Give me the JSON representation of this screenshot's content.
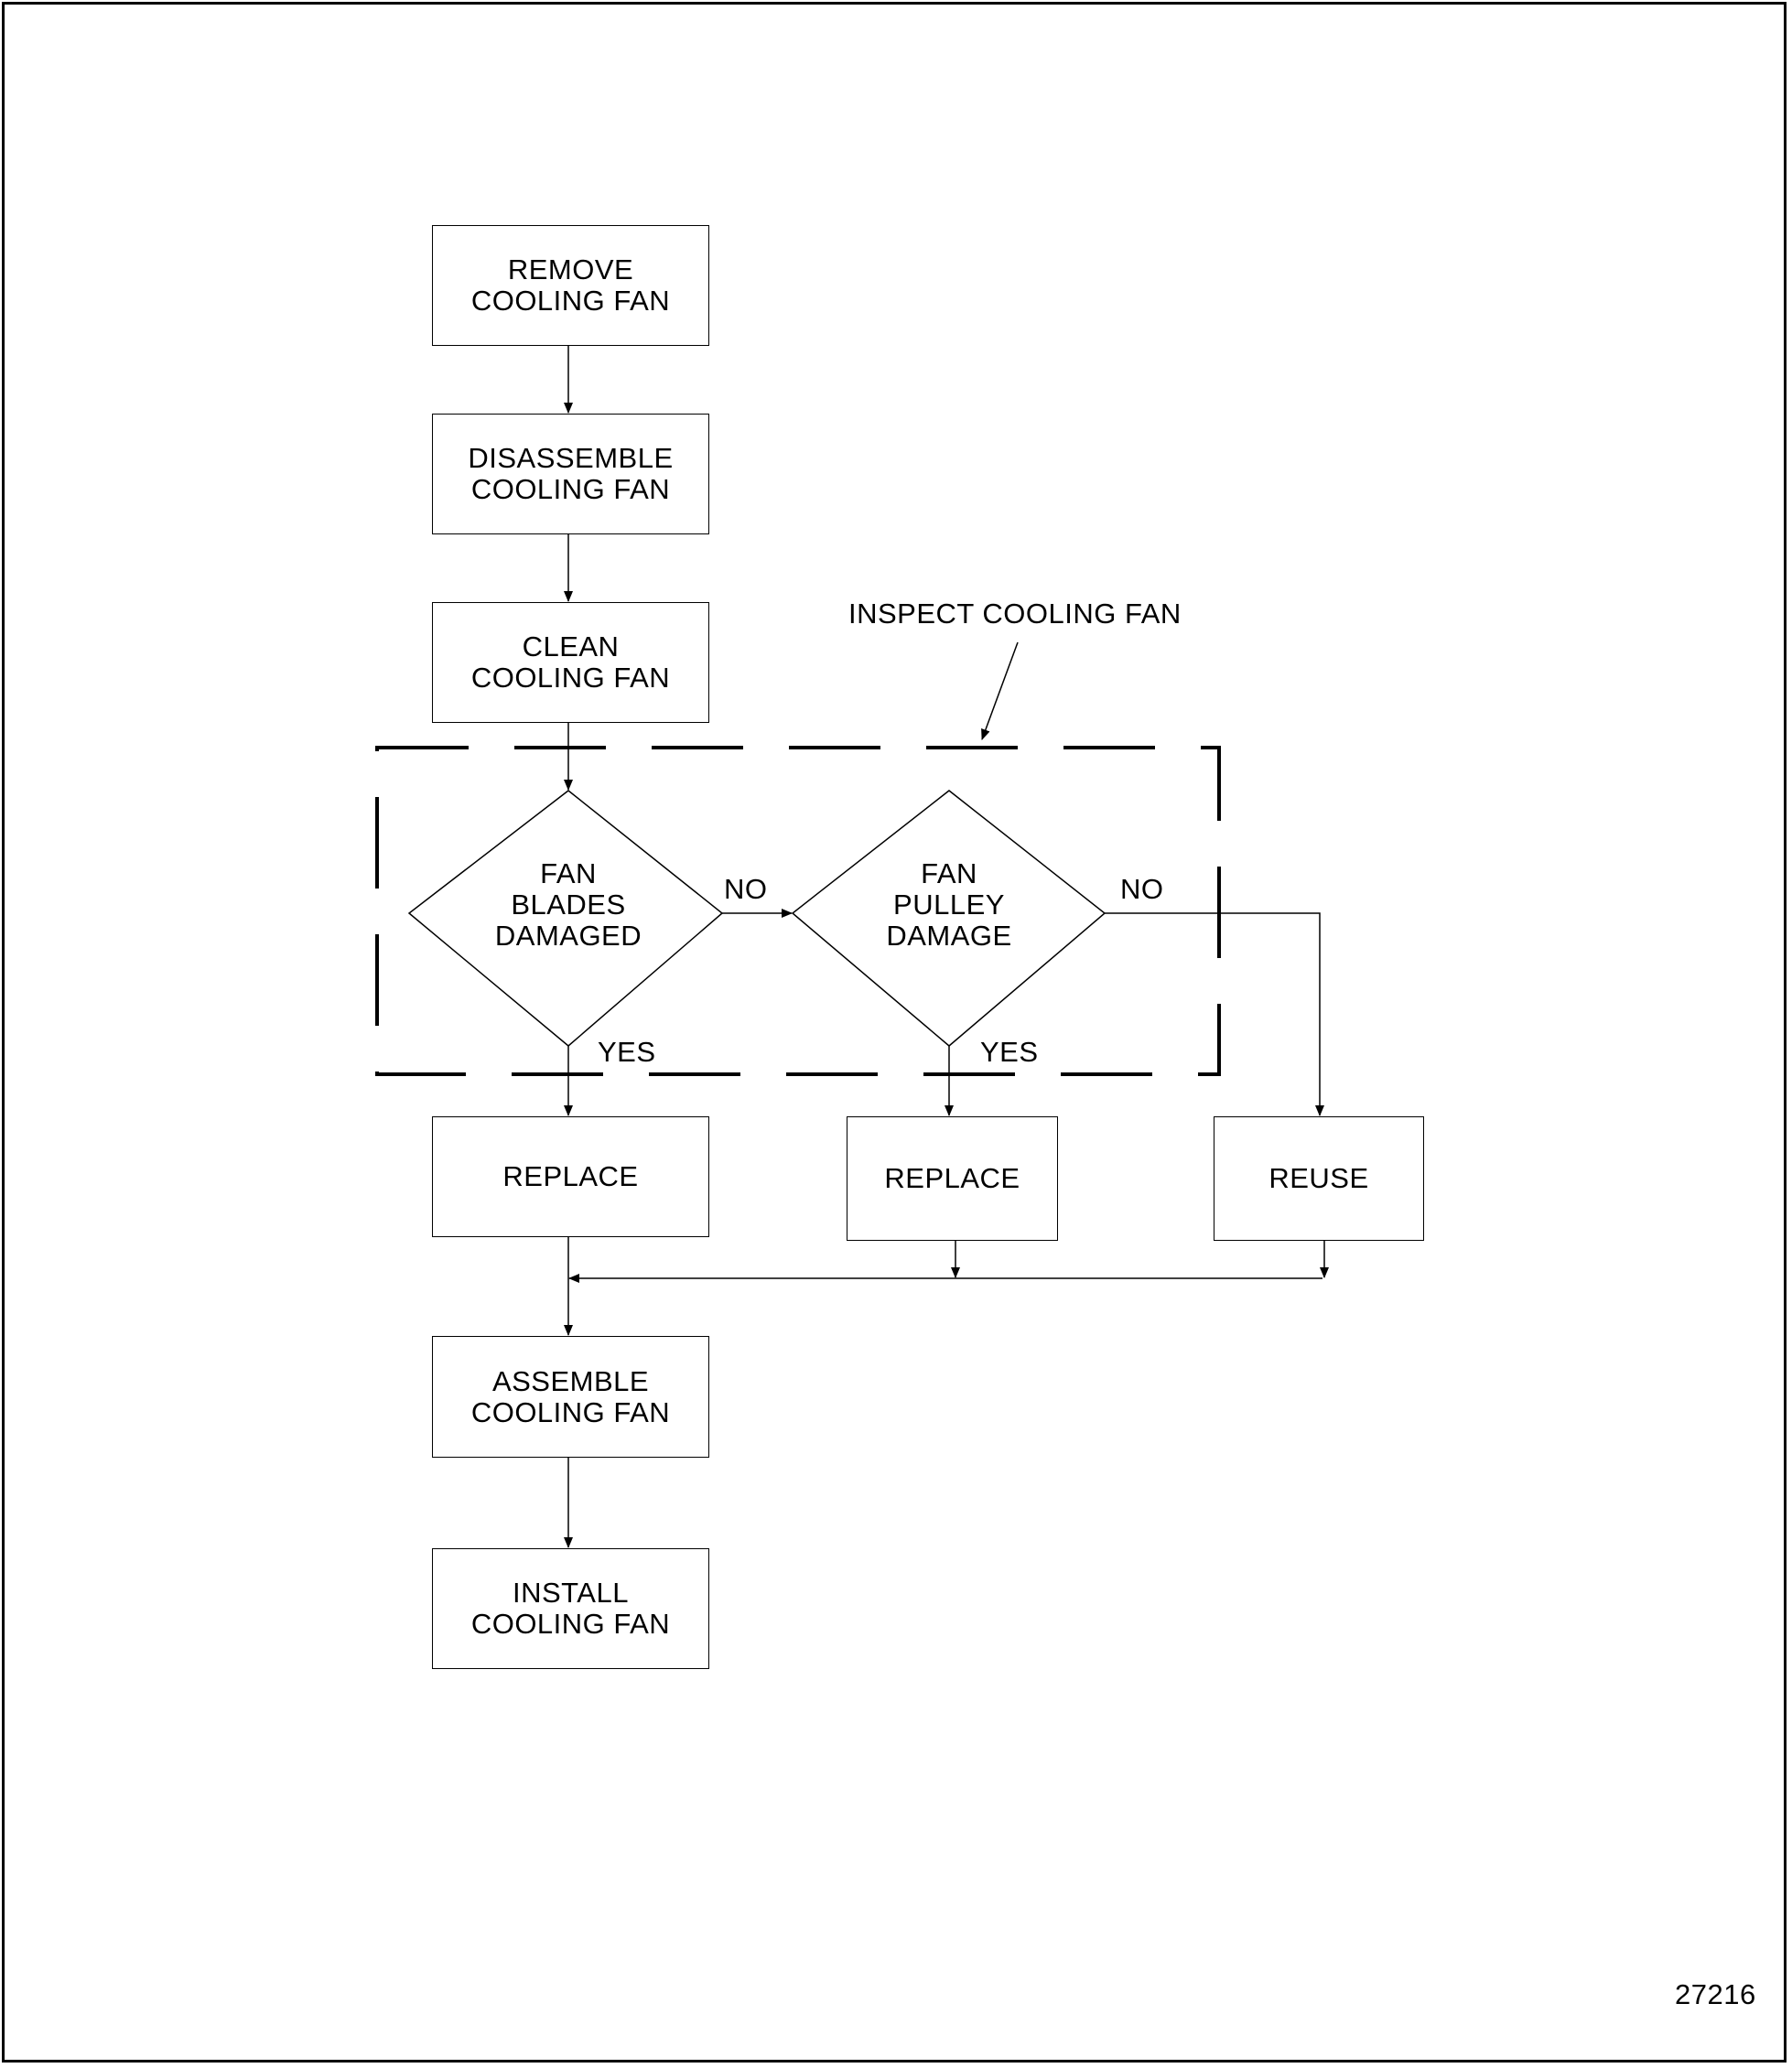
{
  "figure_number": "27216",
  "inspect_label": "INSPECT COOLING FAN",
  "steps": {
    "remove": [
      "REMOVE",
      "COOLING FAN"
    ],
    "disassemble": [
      "DISASSEMBLE",
      "COOLING FAN"
    ],
    "clean": [
      "CLEAN",
      "COOLING FAN"
    ],
    "replace_blades": "REPLACE",
    "replace_pulley": "REPLACE",
    "reuse": "REUSE",
    "assemble": [
      "ASSEMBLE",
      "COOLING FAN"
    ],
    "install": [
      "INSTALL",
      "COOLING FAN"
    ]
  },
  "decisions": {
    "blades": [
      "FAN",
      "BLADES",
      "DAMAGED"
    ],
    "pulley": [
      "FAN",
      "PULLEY",
      "DAMAGE"
    ]
  },
  "branch_labels": {
    "blades_no": "NO",
    "blades_yes": "YES",
    "pulley_no": "NO",
    "pulley_yes": "YES"
  }
}
